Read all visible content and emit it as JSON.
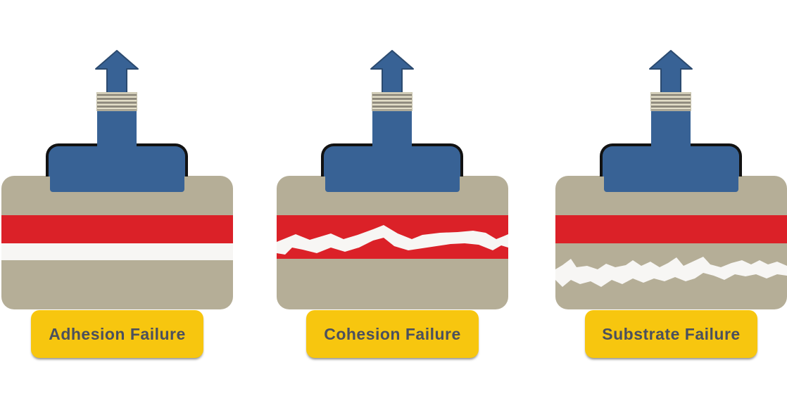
{
  "diagram": {
    "description_icons": {
      "pull_arrow": "up-arrow-icon",
      "fastener": "threaded-bolt",
      "stub": "test-dolly",
      "base": "substrate-block"
    },
    "palette": {
      "blue": "#386295",
      "blue_outline": "#2b4a6f",
      "substrate_tan": "#b5ae97",
      "coating_red": "#db2128",
      "crack_white": "#f7f6f4",
      "thread_cream": "#e4dfc9",
      "thread_stripe": "#8e897c",
      "dolly_border": "#121212",
      "badge_yellow": "#f7c60f",
      "badge_text": "#4b505e",
      "background": "#ffffff"
    },
    "panels": [
      {
        "label": "Adhesion Failure"
      },
      {
        "label": "Cohesion Failure"
      },
      {
        "label": "Substrate Failure"
      }
    ]
  }
}
